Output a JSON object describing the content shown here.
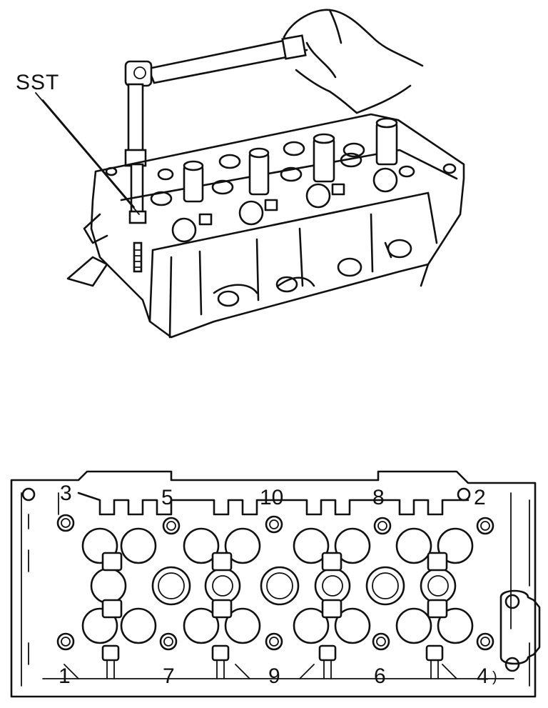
{
  "top_figure": {
    "tool_label": "SST"
  },
  "bottom_figure": {
    "bolt_numbers": [
      "1",
      "2",
      "3",
      "4",
      "5",
      "6",
      "7",
      "8",
      "9",
      "10"
    ],
    "extra_mark": ")"
  }
}
